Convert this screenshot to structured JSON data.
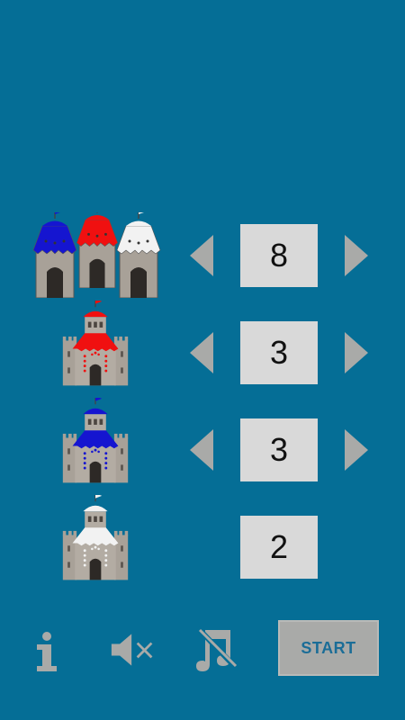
{
  "settings": [
    {
      "id": "neutral-castles",
      "value": "8",
      "has_arrows": true
    },
    {
      "id": "red-castles",
      "value": "3",
      "has_arrows": true
    },
    {
      "id": "blue-castles",
      "value": "3",
      "has_arrows": true
    },
    {
      "id": "white-castles",
      "value": "2",
      "has_arrows": false
    }
  ],
  "toolbar": {
    "info_icon": "info-icon",
    "sound_icon": "sound-muted-icon",
    "music_icon": "music-muted-icon",
    "start_label": "START"
  },
  "colors": {
    "background": "#056e96",
    "red": "#f01010",
    "blue": "#1515d0",
    "white": "#f2f2f2",
    "stone": "#a8a198",
    "box": "#d9d9d9",
    "button": "#a9aaa8",
    "button_text": "#1b6d97"
  }
}
